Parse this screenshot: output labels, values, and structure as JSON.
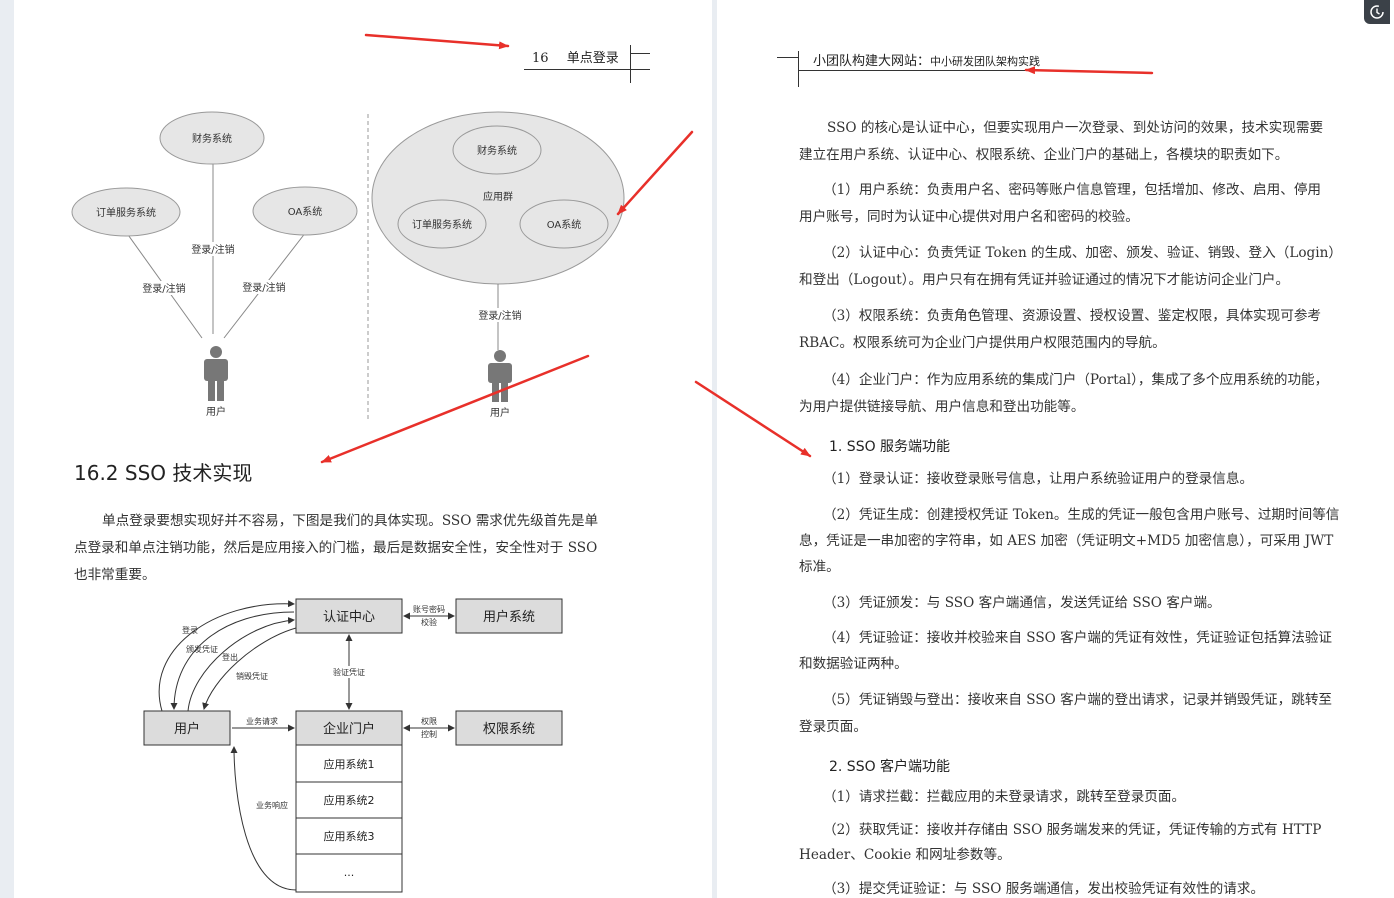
{
  "left_page": {
    "header": {
      "page_number": "16",
      "chapter": "单点登录"
    },
    "diagram1": {
      "left": {
        "finance": "财务系统",
        "order": "订单服务系统",
        "oa": "OA系统",
        "edge_left": "登录/注销",
        "edge_mid": "登录/注销",
        "edge_right": "登录/注销",
        "user": "用户"
      },
      "right": {
        "group": "应用群",
        "finance": "财务系统",
        "order": "订单服务系统",
        "oa": "OA系统",
        "edge": "登录/注销",
        "user": "用户"
      }
    },
    "section_title": "16.2 SSO 技术实现",
    "paragraph_lines": [
      "单点登录要想实现好并不容易，下图是我们的具体实现。SSO 需求优先级首先是单",
      "点登录和单点注销功能，然后是应用接入的门槛，最后是数据安全性，安全性对于 SSO",
      "也非常重要。"
    ],
    "diagram2": {
      "auth_center": "认证中心",
      "user_system": "用户系统",
      "portal": "企业门户",
      "perm_system": "权限系统",
      "user": "用户",
      "apps": [
        "应用系统1",
        "应用系统2",
        "应用系统3",
        "..."
      ],
      "labels": {
        "login": "登录",
        "issue_cert": "颁发凭证",
        "logout": "登出",
        "revoke_cert": "销毁凭证",
        "verify_cert": "验证凭证",
        "account_pwd_l1": "账号密码",
        "account_pwd_l2": "校验",
        "perm_ctrl_l1": "权限",
        "perm_ctrl_l2": "控制",
        "biz_request": "业务请求",
        "biz_response": "业务响应"
      }
    }
  },
  "right_page": {
    "header": {
      "title_main": "小团队构建大网站：",
      "title_sub": "中小研发团队架构实践"
    },
    "paragraphs": [
      {
        "id": "intro",
        "lines": [
          "SSO 的核心是认证中心，但要实现用户一次登录、到处访问的效果，技术实现需要",
          "建立在用户系统、认证中心、权限系统、企业门户的基础上，各模块的职责如下。"
        ]
      },
      {
        "id": "p1",
        "lines": [
          "（1）用户系统：负责用户名、密码等账户信息管理，包括增加、修改、启用、停用",
          "用户账号，同时为认证中心提供对用户名和密码的校验。"
        ]
      },
      {
        "id": "p2",
        "lines": [
          "（2）认证中心：负责凭证 Token 的生成、加密、颁发、验证、销毁、登入（Login）",
          "和登出（Logout）。用户只有在拥有凭证并验证通过的情况下才能访问企业门户。"
        ]
      },
      {
        "id": "p3",
        "lines": [
          "（3）权限系统：负责角色管理、资源设置、授权设置、鉴定权限，具体实现可参考",
          "RBAC。权限系统可为企业门户提供用户权限范围内的导航。"
        ]
      },
      {
        "id": "p4",
        "lines": [
          "（4）企业门户：作为应用系统的集成门户（Portal），集成了多个应用系统的功能，",
          "为用户提供链接导航、用户信息和登出功能等。"
        ]
      }
    ],
    "server_heading": "1. SSO 服务端功能",
    "server_items": [
      {
        "lines": [
          "（1）登录认证：接收登录账号信息，让用户系统验证用户的登录信息。"
        ]
      },
      {
        "lines": [
          "（2）凭证生成：创建授权凭证 Token。生成的凭证一般包含用户账号、过期时间等信",
          "息，凭证是一串加密的字符串，如 AES 加密（凭证明文+MD5 加密信息），可采用 JWT",
          "标准。"
        ]
      },
      {
        "lines": [
          "（3）凭证颁发：与 SSO 客户端通信，发送凭证给 SSO 客户端。"
        ]
      },
      {
        "lines": [
          "（4）凭证验证：接收并校验来自 SSO 客户端的凭证有效性，凭证验证包括算法验证",
          "和数据验证两种。"
        ]
      },
      {
        "lines": [
          "（5）凭证销毁与登出：接收来自 SSO 客户端的登出请求，记录并销毁凭证，跳转至",
          "登录页面。"
        ]
      }
    ],
    "client_heading": "2. SSO 客户端功能",
    "client_items": [
      {
        "lines": [
          "（1）请求拦截：拦截应用的未登录请求，跳转至登录页面。"
        ]
      },
      {
        "lines": [
          "（2）获取凭证：接收并存储由 SSO 服务端发来的凭证，凭证传输的方式有 HTTP",
          "Header、Cookie 和网址参数等。"
        ]
      },
      {
        "lines": [
          "（3）提交凭证验证：与 SSO 服务端通信，发出校验凭证有效性的请求。"
        ]
      }
    ]
  },
  "colors": {
    "annotation_arrow": "#e8302a",
    "box_fill": "#dcdcdc",
    "ellipse_fill": "#e6e6e6"
  },
  "icons": {
    "history": "history-icon"
  }
}
